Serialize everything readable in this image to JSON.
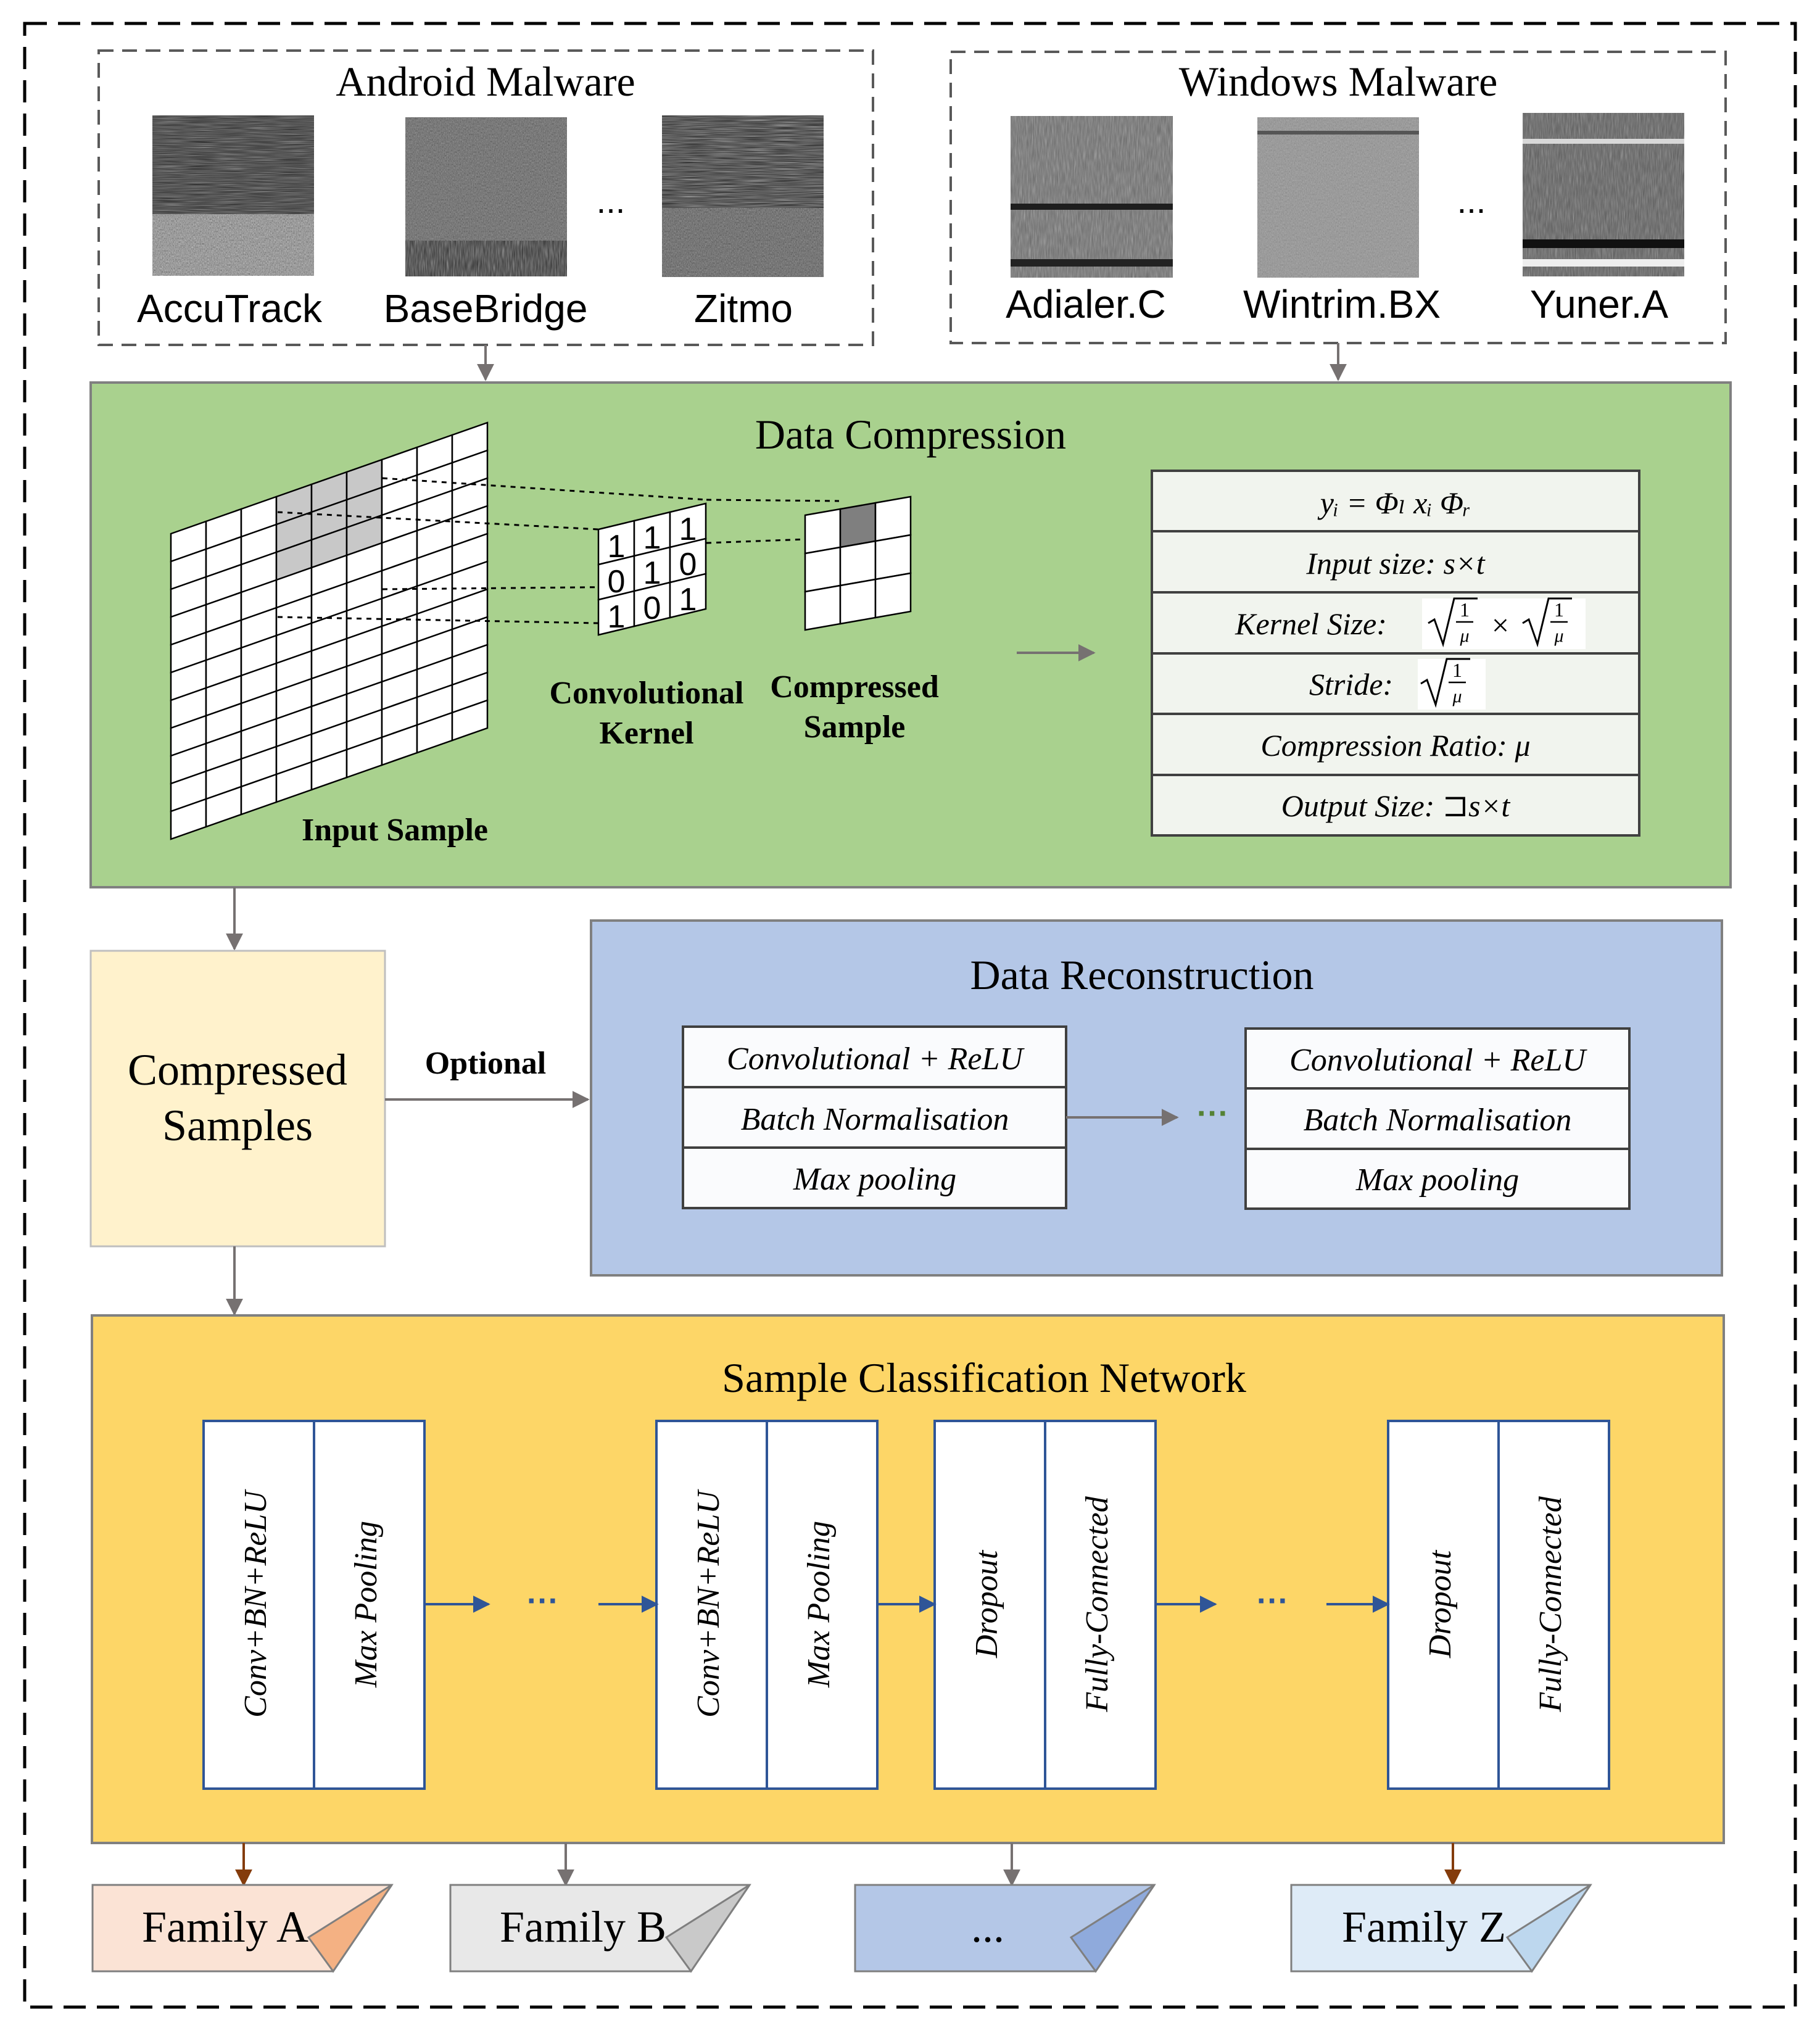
{
  "android": {
    "title": "Android Malware",
    "ellipsis": "...",
    "samples": [
      "AccuTrack",
      "BaseBridge",
      "Zitmo"
    ]
  },
  "windows": {
    "title": "Windows Malware",
    "ellipsis": "...",
    "samples": [
      "Adialer.C",
      "Wintrim.BX",
      "Yuner.A"
    ]
  },
  "compression": {
    "title": "Data Compression",
    "input_label": "Input Sample",
    "kernel_label_1": "Convolutional",
    "kernel_label_2": "Kernel",
    "compressed_label_1": "Compressed",
    "compressed_label_2": "Sample",
    "kernel_values": [
      "1",
      "1",
      "1",
      "0",
      "1",
      "0",
      "1",
      "0",
      "1"
    ],
    "table": {
      "formula": "yᵢ = Φₗ xᵢ Φᵣ",
      "input_size": "Input size: s×t",
      "kernel_size": "Kernel Size:",
      "stride": "Stride:",
      "compression_ratio": "Compression Ratio: μ",
      "output_size": "Output Size:  ⊐s×t"
    }
  },
  "compressed_samples": {
    "line1": "Compressed",
    "line2": "Samples",
    "optional": "Optional"
  },
  "reconstruction": {
    "title": "Data Reconstruction",
    "ellipsis": "···",
    "block": [
      "Convolutional + ReLU",
      "Batch Normalisation",
      "Max pooling"
    ]
  },
  "classification": {
    "title": "Sample Classification Network",
    "ellipsis": "···",
    "groups": [
      [
        "Conv+BN+ReLU",
        "Max Pooling"
      ],
      [
        "Conv+BN+ReLU",
        "Max Pooling"
      ],
      [
        "Dropout",
        "Fully-Connected"
      ],
      [
        "Dropout",
        "Fully-Connected"
      ]
    ]
  },
  "families": [
    {
      "label": "Family A",
      "fill": "#fbe3d5",
      "fold": "#f4b183"
    },
    {
      "label": "Family B",
      "fill": "#e8e8e8",
      "fold": "#c9c9c9"
    },
    {
      "label": "...",
      "fill": "#b4c7e7",
      "fold": "#8faadc"
    },
    {
      "label": "Family Z",
      "fill": "#deebf7",
      "fold": "#bdd7ee"
    }
  ],
  "colors": {
    "compression_bg": "#a9d18e",
    "reconstruction_bg": "#b4c7e7",
    "compressed_samples_bg": "#fff2cc",
    "classification_bg": "#fdd667",
    "arrow_gray": "#767171",
    "arrow_blue": "#2f5597",
    "arrow_brown": "#843c0c"
  }
}
